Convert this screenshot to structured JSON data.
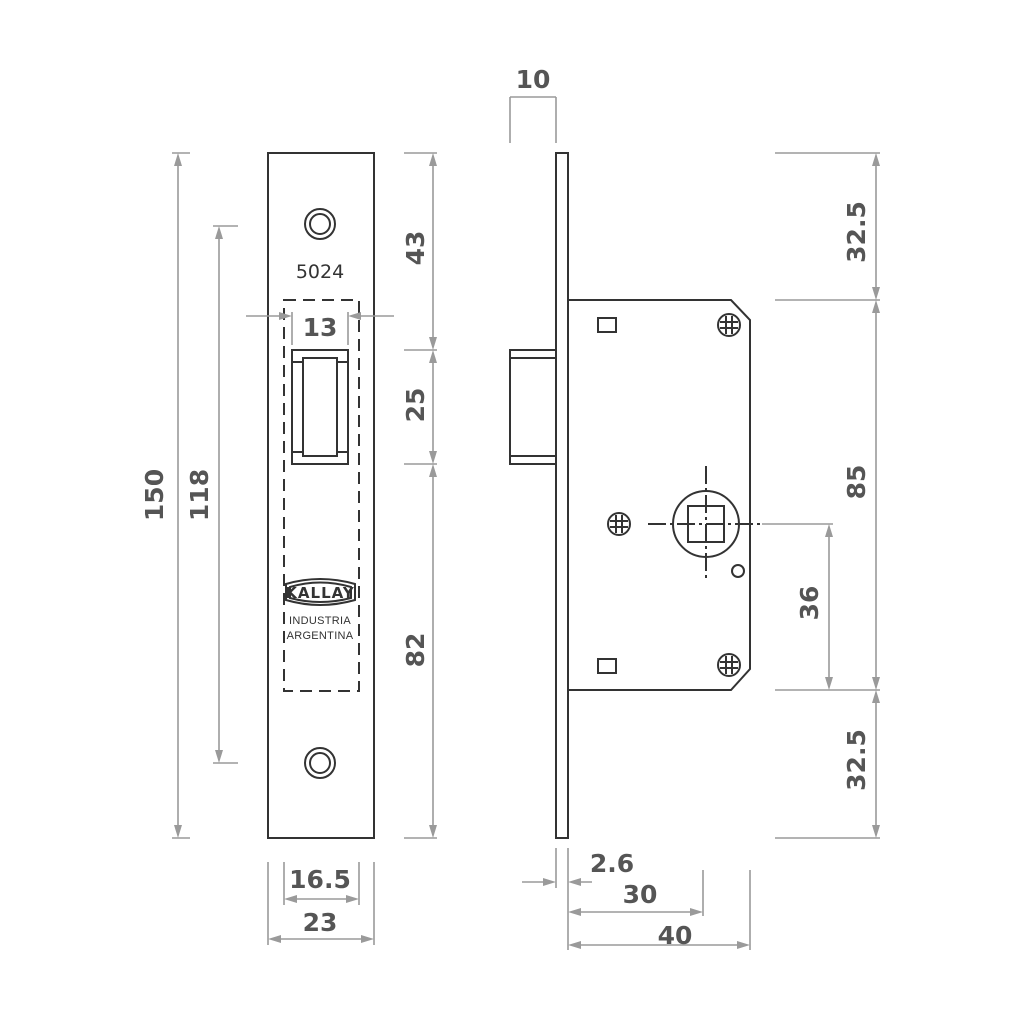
{
  "faceplate": {
    "model_number": "5024",
    "brand": "KALLAY",
    "origin_line1": "INDUSTRIA",
    "origin_line2": "ARGENTINA"
  },
  "dimensions": {
    "total_height": "150",
    "screw_spacing": "118",
    "top_to_latch": "43",
    "latch_height": "25",
    "latch_to_bottom": "82",
    "latch_width": "13",
    "faceplate_inner_width": "16.5",
    "faceplate_width": "23",
    "faceplate_thickness": "10",
    "top_to_case": "32.5",
    "case_height": "85",
    "bottom_to_case": "32.5",
    "spindle_to_case_bottom": "36",
    "plate_thickness": "2.6",
    "backset": "30",
    "case_depth": "40"
  },
  "colors": {
    "line": "#333333",
    "dimension": "#9a9a9a",
    "text": "#555555"
  }
}
